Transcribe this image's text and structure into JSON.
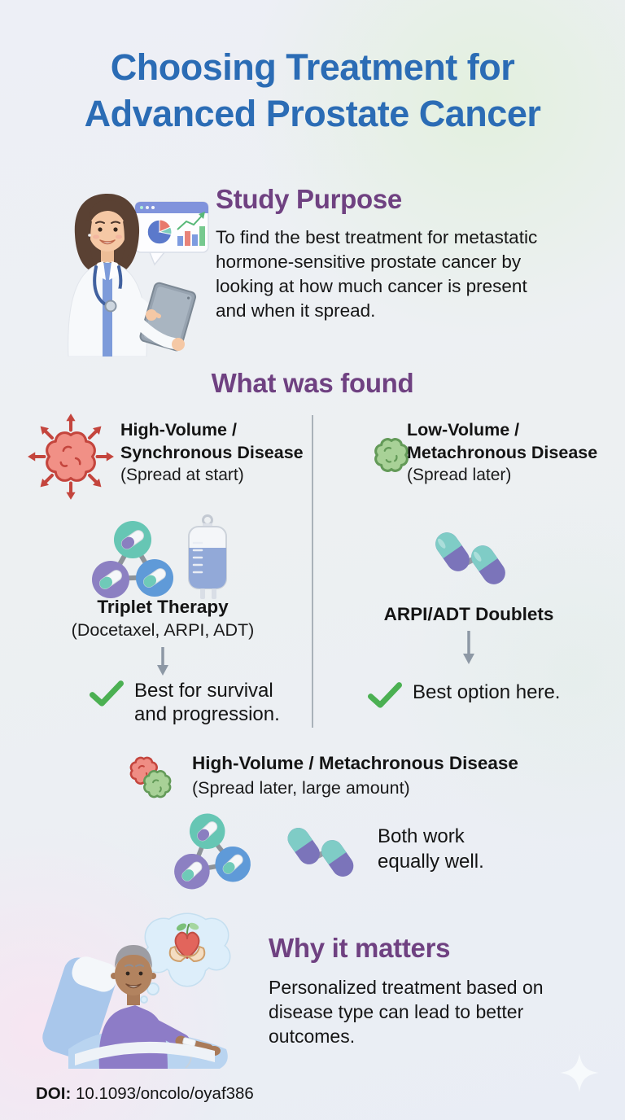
{
  "title": {
    "line1": "Choosing Treatment for",
    "line2": "Advanced Prostate Cancer"
  },
  "study_purpose": {
    "heading": "Study Purpose",
    "lines": [
      "To find the best treatment for metastatic",
      "hormone-sensitive prostate cancer by",
      "looking at how much cancer is present",
      "and when it spread."
    ]
  },
  "findings": {
    "heading": "What was found",
    "left": {
      "title_lines": [
        "High-Volume /",
        "Synchronous Disease"
      ],
      "subtitle": "(Spread at start)",
      "therapy_name": "Triplet Therapy",
      "therapy_detail": "(Docetaxel, ARPI, ADT)",
      "outcome_lines": [
        "Best for survival",
        "and progression."
      ]
    },
    "right": {
      "title_lines": [
        "Low-Volume /",
        "Metachronous Disease"
      ],
      "subtitle": "(Spread later)",
      "therapy_name": "ARPI/ADT Doublets",
      "outcome_lines": [
        "Best option here."
      ]
    },
    "middle": {
      "title": "High-Volume / Metachronous Disease",
      "subtitle": "(Spread later, large amount)",
      "outcome_lines": [
        "Both work",
        "equally well."
      ]
    }
  },
  "why_it_matters": {
    "heading": "Why it matters",
    "lines": [
      "Personalized treatment based on",
      "disease type can lead to better",
      "outcomes."
    ]
  },
  "footer": {
    "doi_label": "DOI:",
    "doi_value": "10.1093/oncolo/oyaf386"
  },
  "icons": {
    "doctor": "doctor-illustration",
    "chart_window": "chart-window-icon",
    "spreading_tumor": "spreading-tumor-icon",
    "localized_tumor": "localized-tumor-icon",
    "mixed_tumor": "mixed-tumor-icon",
    "triplet_therapy": "triplet-therapy-icon",
    "iv_bag": "iv-bag-icon",
    "doublet_therapy": "doublet-therapy-icon",
    "down_arrow": "down-arrow-icon",
    "check": "check-icon",
    "patient": "patient-illustration",
    "hands_heart": "hands-holding-heart-icon",
    "sparkle": "sparkle-icon"
  },
  "colors": {
    "title_blue": "#2b6cb5",
    "heading_purple": "#6f4181",
    "body_text": "#161616",
    "check_green": "#4bb052",
    "arrow_gray": "#8d98a5",
    "divider_gray": "#a9b2b9",
    "tumor_red": "#ef8d84",
    "tumor_red_outline": "#c4453d",
    "tumor_green": "#a8d197",
    "tumor_green_outline": "#639a58",
    "node_teal": "#66c6b4",
    "node_purple": "#8c80c2",
    "node_blue": "#5f9ad8",
    "capsule_teal": "#7fccc6",
    "capsule_purple": "#7b74ba",
    "iv_liquid": "#92a9d8"
  }
}
